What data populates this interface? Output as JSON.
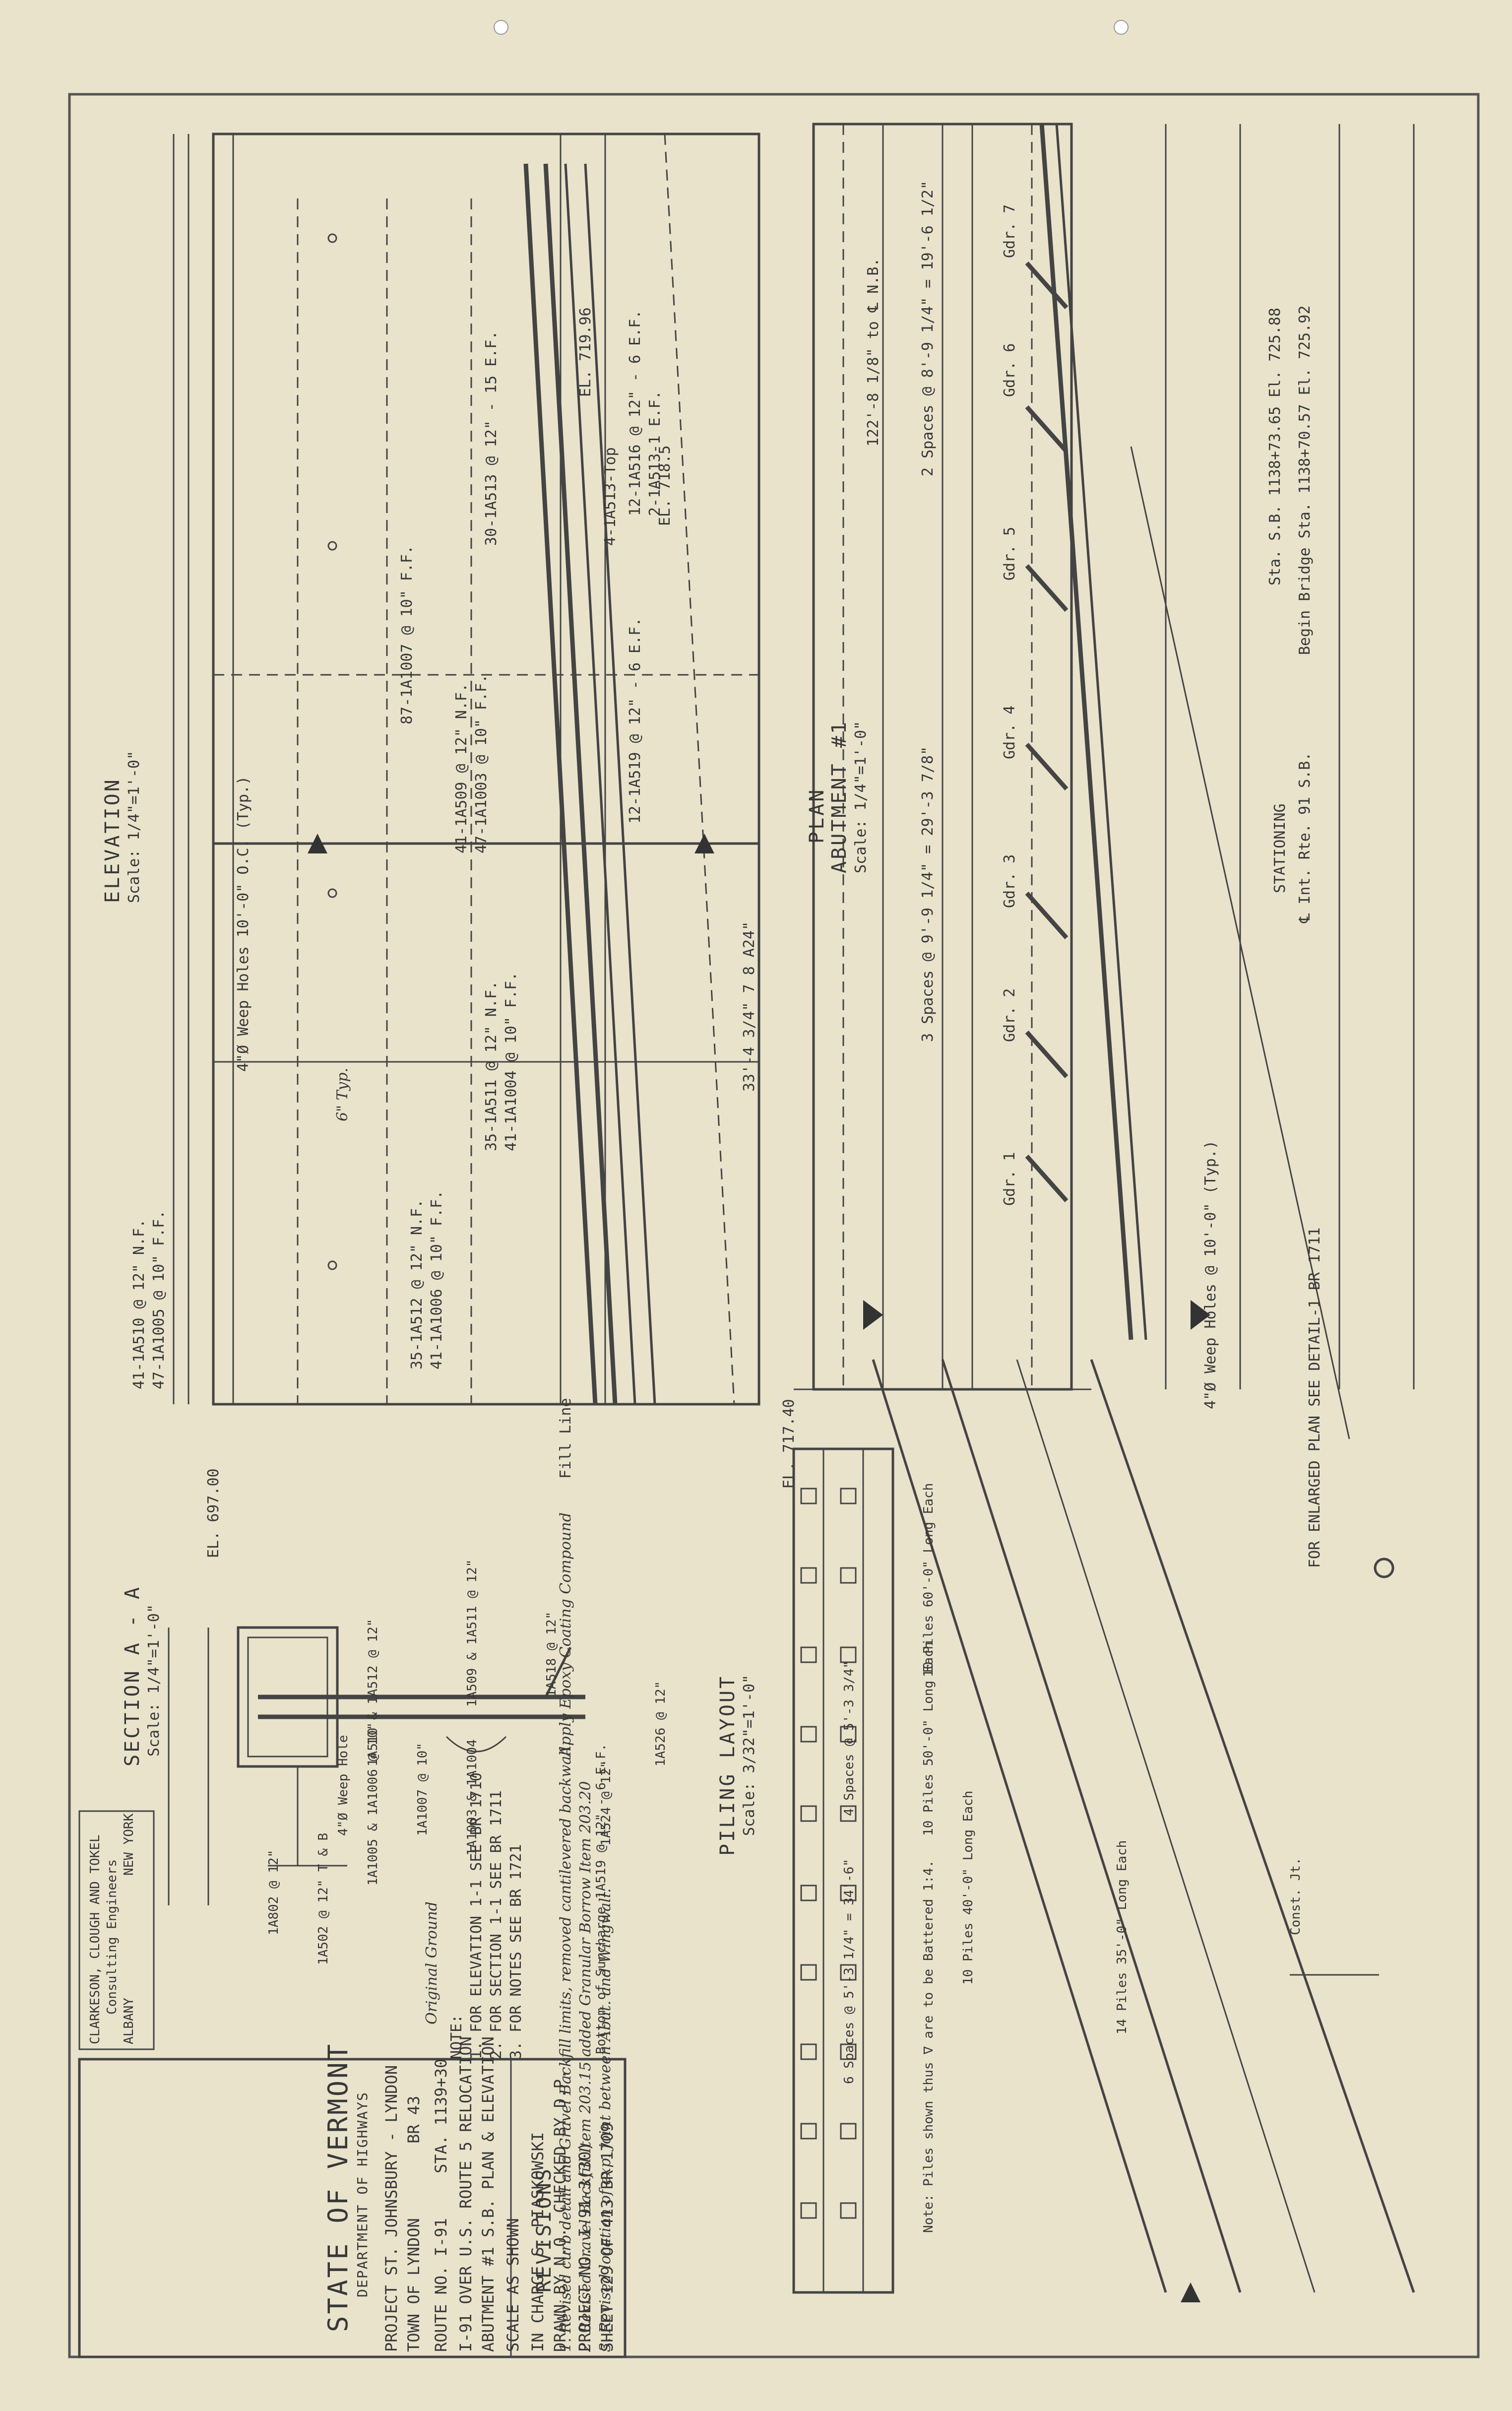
{
  "document": {
    "type": "engineering-drawing",
    "orientation": "rotated-90-ccw"
  },
  "views": {
    "elevation": {
      "title": "ELEVATION",
      "scale": "Scale: 1/4\"=1'-0\""
    },
    "plan": {
      "title": "PLAN",
      "subtitle": "ABUTMENT #1",
      "scale": "Scale: 1/4\"=1'-0\""
    },
    "section": {
      "title": "SECTION A - A",
      "scale": "Scale: 1/4\"=1'-0\""
    },
    "piling": {
      "title": "PILING LAYOUT",
      "scale": "Scale: 3/32\"=1'-0\""
    }
  },
  "elevation_labels": [
    "41-1A510 @ 12\" N.F.",
    "47-1A1005 @ 10\" F.F.",
    "30-1A513 @ 12\" - 15 E.F.",
    "41-1A509 @ 12\" N.F.",
    "47-1A1003 @ 10\" F.F.",
    "87-1A1007 @ 10\" F.F.",
    "35-1A512 @ 12\" N.F.",
    "41-1A1006 @ 10\" F.F.",
    "35-1A511 @ 12\" N.F.",
    "41-1A1004 @ 10\" F.F.",
    "12-1A516 @ 12\" - 6 E.F.",
    "2-1A513-1 E.F.",
    "4-1A513-Top",
    "12-1A519 @ 12\" - 6 E.F.",
    "EL. 719.96",
    "EL. 718.5",
    "EL. 717.40",
    "EL. 697.00",
    "4\"Ø Weep Holes 10'-0\" O.C. (Typ.)",
    "Fill Line",
    "6\" Typ."
  ],
  "plan_labels": [
    "Gdr. 7",
    "Gdr. 6",
    "Gdr. 5",
    "Gdr. 4",
    "Gdr. 3",
    "Gdr. 2",
    "Gdr. 1",
    "2 Spaces @ 8'-9 1/4\" = 19'-6 1/2\"",
    "3 Spaces @ 9'-9 1/4\" = 29'-3 7/8\"",
    "STATIONING",
    "Begin Bridge Sta. 1138+70.57 El. 725.92",
    "Sta. S.B. 1138+73.65 El. 725.88",
    "℄ Int. Rte. 91 S.B.",
    "FOR ENLARGED PLAN SEE DETAIL-1 BR 1711",
    "4\"Ø Weep Holes @ 10'-0\" (Typ.)",
    "122'-8 1/8\" to ℄ N.B.",
    "33'-4 3/4\" 7 8 A24\""
  ],
  "piling_labels": [
    "4 Spaces @ 5'-3 3/4\"",
    "6 Spaces @ 5'-3 1/4\" = 34'-6\"",
    "10 Piles 60'-0\" Long Each",
    "10 Piles 50'-0\" Long Each",
    "10 Piles 40'-0\" Long Each",
    "14 Piles 35'-0\" Long Each",
    "Const. Jt.",
    "Note: Piles shown thus ∇ are to be Battered 1:4."
  ],
  "section_labels": [
    "1A510 & 1A512 @ 12\"",
    "1A509 & 1A511 @ 12\"",
    "1A1007 @ 10\"",
    "1A1003 & 1A1004",
    "1A1005 & 1A1006 @ 10\"",
    "4\"Ø Weep Hole",
    "1A802 @ 12\"",
    "1A502 @ 12\" T & B",
    "1A526 @ 12\"",
    "1A524 @ 12\"",
    "1A518 @ 12\"",
    "Bottom of Surcharge 1A519 @ 12\" - 6 E.F.",
    "Original Ground",
    "Apply Epoxy Coating Compound"
  ],
  "notes": {
    "heading": "NOTE:",
    "items": [
      "1. FOR ELEVATION 1-1 SEE BR 1710",
      "2. FOR SECTION 1-1 SEE BR 1711",
      "3. FOR NOTES SEE BR 1721"
    ]
  },
  "revisions": {
    "heading": "REVISIONS",
    "items": [
      "1. Revised curb detail and Gravel Backfill limits, removed cantilevered backwall.",
      "2. Revised Gravel Backfill Item 203.15 added Granular Borrow Item 203.20",
      "3. Revised location of exp. joint between Abut. and Wingwall."
    ]
  },
  "consultant": {
    "name": "CLARKESON, CLOUGH AND TOKEL",
    "role": "Consulting Engineers",
    "city": "ALBANY",
    "state": "NEW YORK"
  },
  "title_block": {
    "agency": "STATE OF VERMONT",
    "department": "DEPARTMENT OF HIGHWAYS",
    "project": "PROJECT ST. JOHNSBURY - LYNDON",
    "town": "TOWN OF LYNDON",
    "town_code": "BR 43",
    "route": "ROUTE NO. I-91",
    "sta": "STA. 1139+30",
    "structure": "I-91 OVER U.S. ROUTE 5 RELOCATION",
    "drawing": "ABUTMENT #1 S.B. PLAN & ELEVATION",
    "scale": "SCALE AS SHOWN",
    "in_charge": "IN CHARGE S. PIASKOWSKI",
    "drawn_by": "DRAWN BY N.O.",
    "checked_by": "CHECKED BY D.P.",
    "project_no": "PROJECT NO. I-91-3(30)",
    "sheet": "SHEET 129 OF 413 BR 1709"
  }
}
